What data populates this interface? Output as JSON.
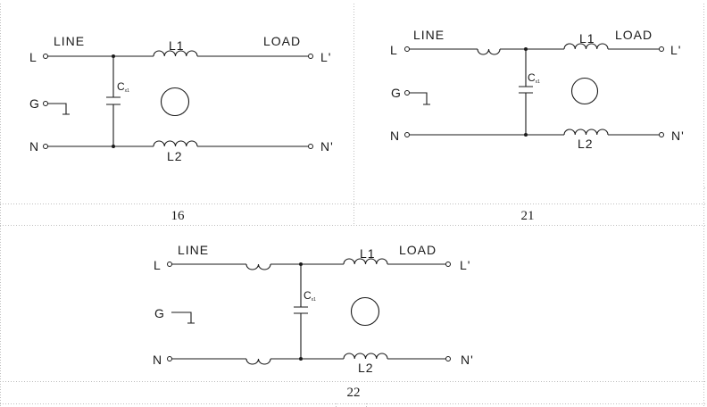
{
  "diagrams": [
    {
      "id": "16",
      "caption": "16",
      "labels": {
        "line": "LINE",
        "load": "LOAD",
        "l": "L",
        "l_out": "L'",
        "g": "G",
        "n": "N",
        "n_out": "N'",
        "l1": "L1",
        "l2": "L2",
        "cap": "C",
        "cap_sub": "x1"
      }
    },
    {
      "id": "21",
      "caption": "21",
      "labels": {
        "line": "LINE",
        "load": "LOAD",
        "l": "L",
        "l_out": "L'",
        "g": "G",
        "n": "N",
        "n_out": "N'",
        "l1": "L1",
        "l2": "L2",
        "cap": "C",
        "cap_sub": "x1"
      }
    },
    {
      "id": "22",
      "caption": "22",
      "labels": {
        "line": "LINE",
        "load": "LOAD",
        "l": "L",
        "l_out": "L'",
        "g": "G",
        "n": "N",
        "n_out": "N'",
        "l1": "L1",
        "l2": "L2",
        "cap": "C",
        "cap_sub": "x1"
      }
    }
  ]
}
